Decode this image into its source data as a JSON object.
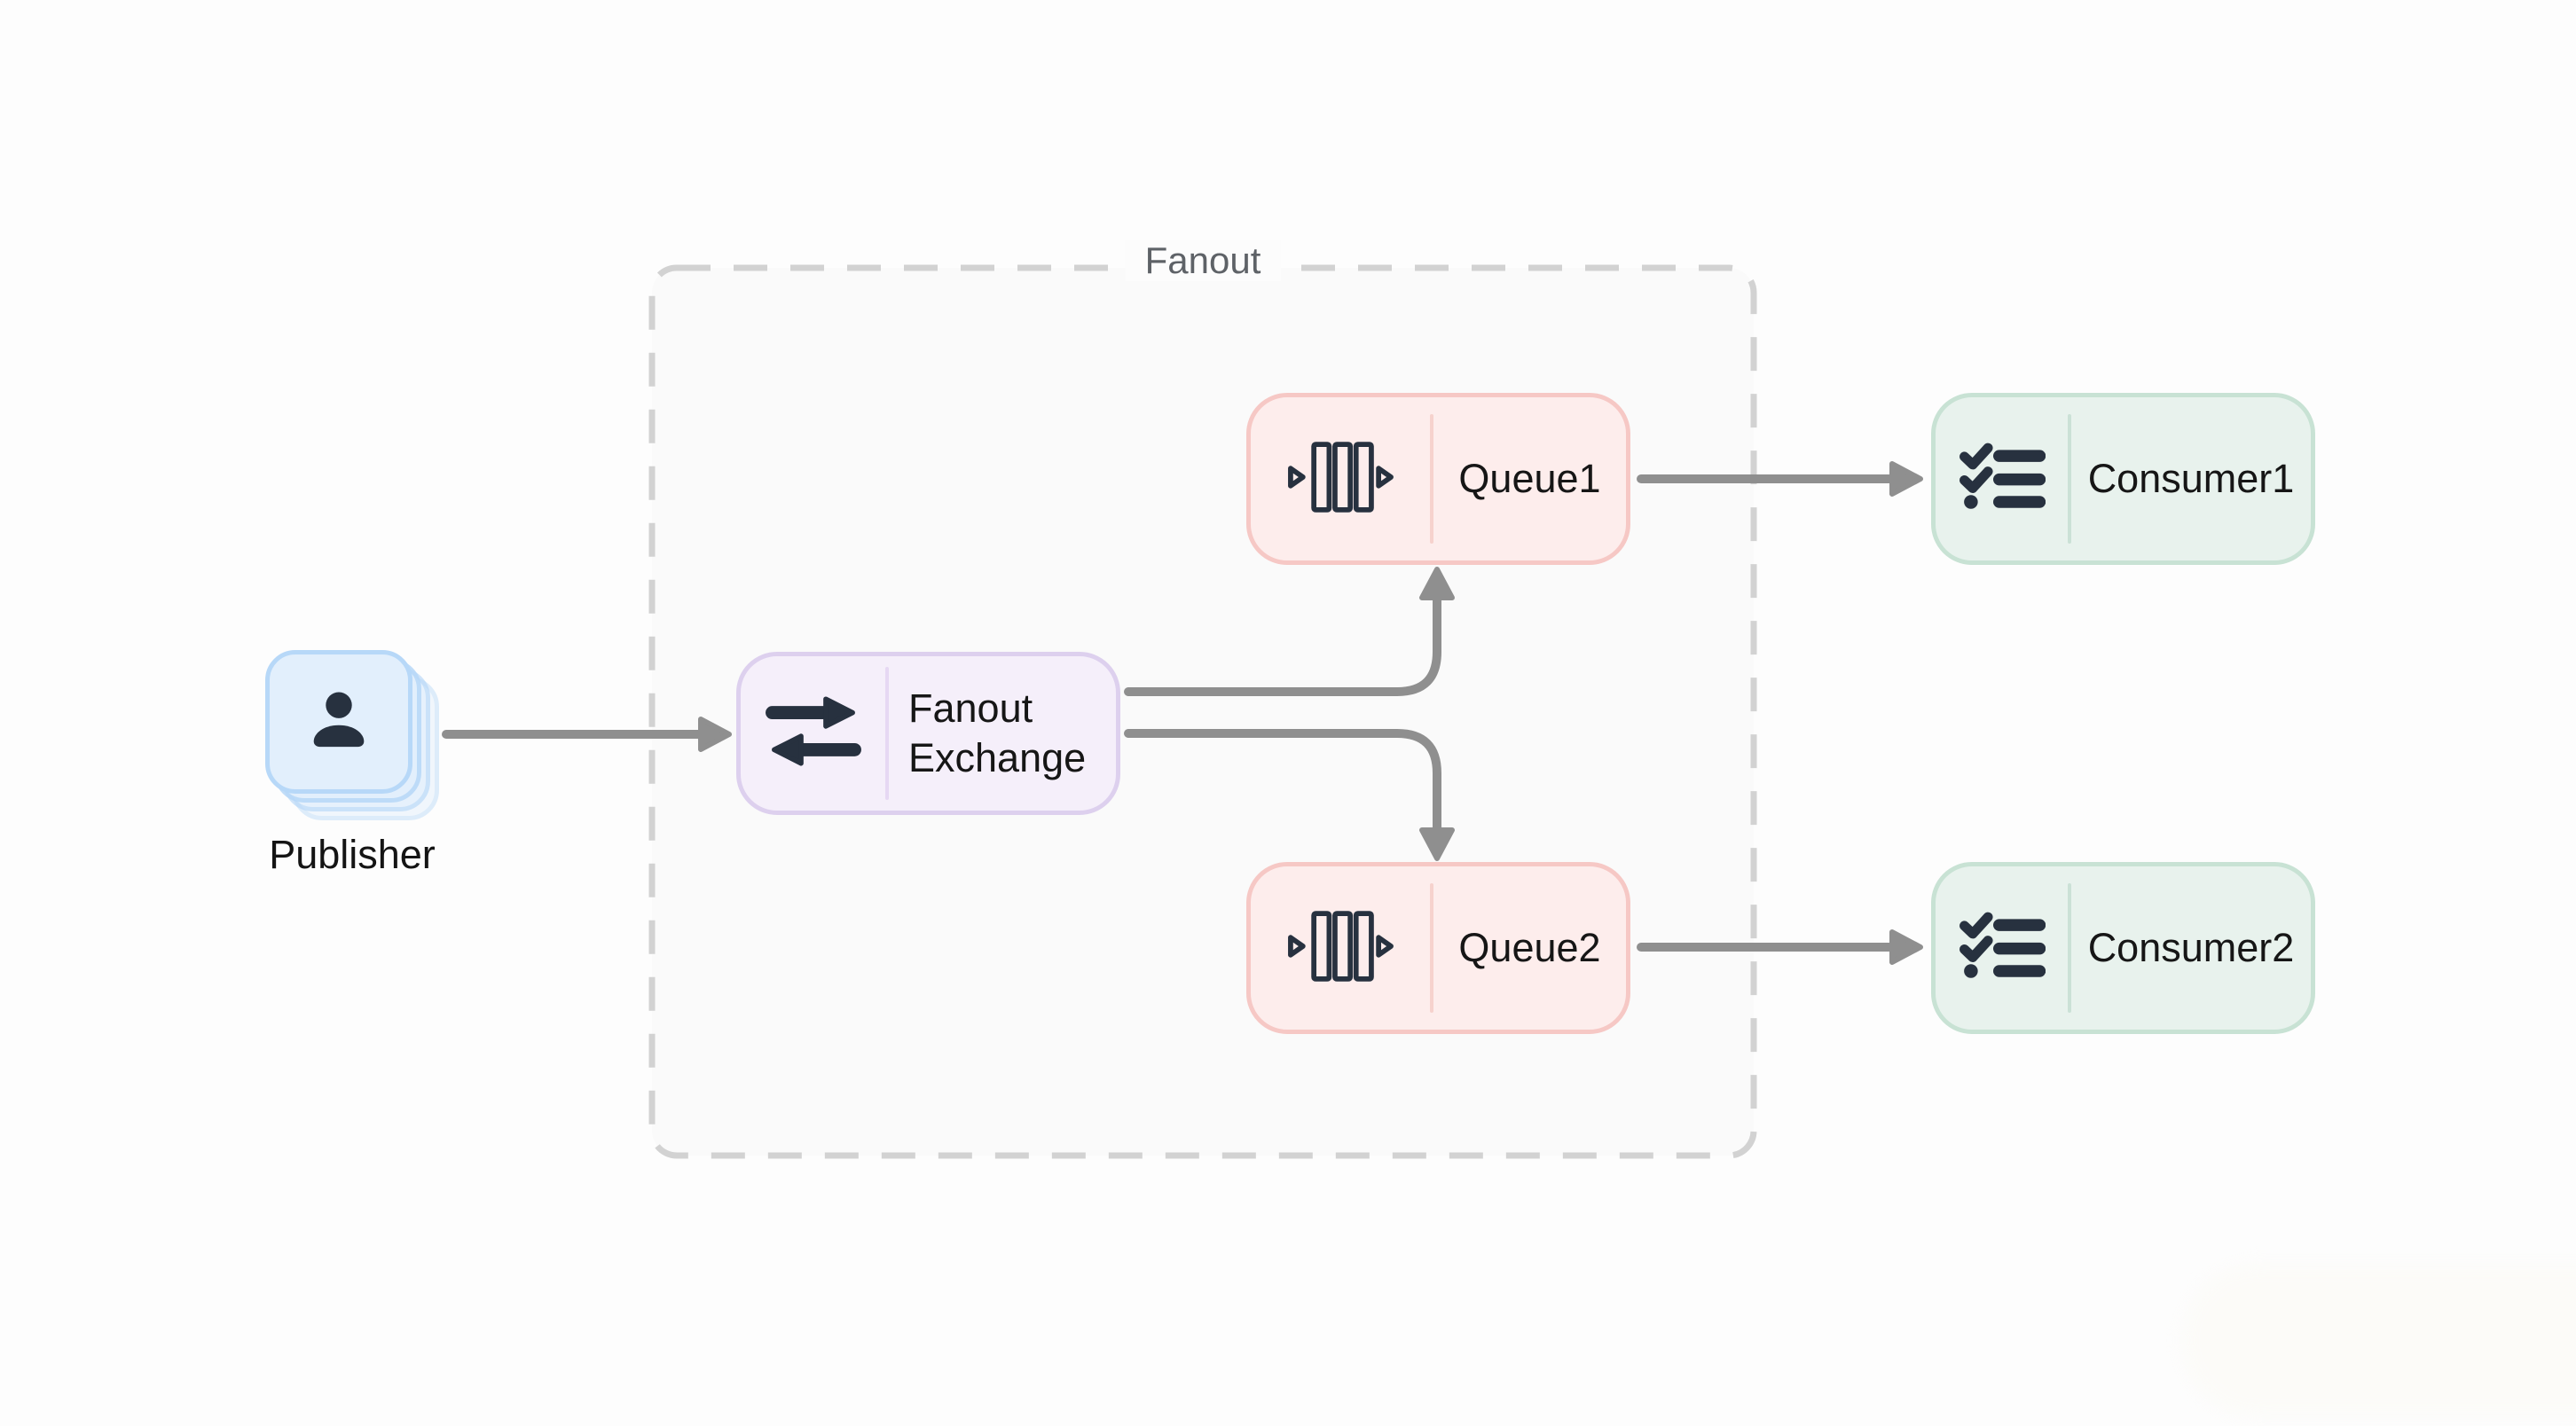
{
  "title": "Fanout exchange messaging diagram",
  "group": {
    "label": "Fanout"
  },
  "nodes": {
    "publisher": {
      "label": "Publisher"
    },
    "exchange": {
      "label": "Fanout Exchange"
    },
    "queue1": {
      "label": "Queue1"
    },
    "queue2": {
      "label": "Queue2"
    },
    "consumer1": {
      "label": "Consumer1"
    },
    "consumer2": {
      "label": "Consumer2"
    }
  },
  "edges": [
    {
      "from": "Publisher",
      "to": "Fanout Exchange"
    },
    {
      "from": "Fanout Exchange",
      "to": "Queue1"
    },
    {
      "from": "Fanout Exchange",
      "to": "Queue2"
    },
    {
      "from": "Queue1",
      "to": "Consumer1"
    },
    {
      "from": "Queue2",
      "to": "Consumer2"
    }
  ],
  "colors": {
    "page_bg": "#fdfdfd",
    "group_fill": "#fafafa",
    "group_border": "#d4d4d4",
    "group_label": "#5e6267",
    "publisher_fill": "#e2effc",
    "publisher_border": "#b7d8f8",
    "exchange_fill": "#f5effa",
    "exchange_border": "#ddd0ee",
    "queue_fill": "#fdedec",
    "queue_border": "#f6c8c5",
    "consumer_fill": "#e8f2ed",
    "consumer_border": "#c8e2d4",
    "icon": "#27313f",
    "arrow": "#8f8f8f",
    "text": "#161616"
  }
}
